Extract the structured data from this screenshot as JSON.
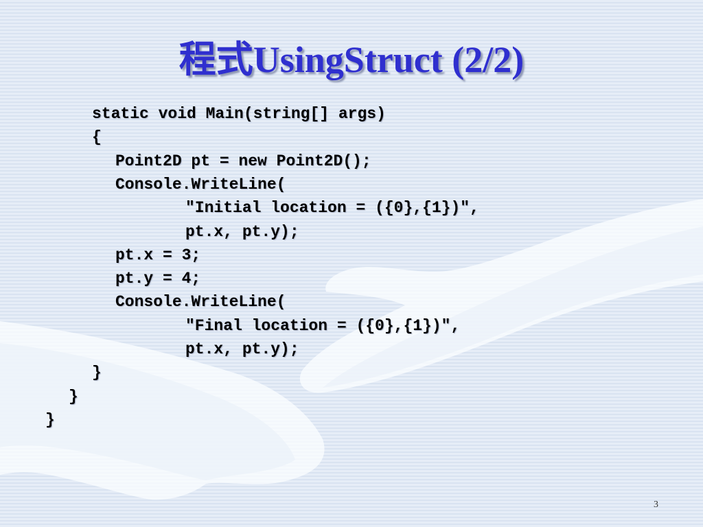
{
  "slide": {
    "title": "程式UsingStruct (2/2)",
    "page_number": "3"
  },
  "code_lines": [
    {
      "text": "static void Main(string[] args)",
      "indent": 2
    },
    {
      "text": "{",
      "indent": 2
    },
    {
      "text": "Point2D pt = new Point2D();",
      "indent": 3
    },
    {
      "text": "Console.WriteLine(",
      "indent": 3
    },
    {
      "text": "\"Initial location = ({0},{1})\",",
      "indent": 6
    },
    {
      "text": "pt.x, pt.y);",
      "indent": 6
    },
    {
      "text": "pt.x = 3;",
      "indent": 3
    },
    {
      "text": "pt.y = 4;",
      "indent": 3
    },
    {
      "text": "Console.WriteLine(",
      "indent": 3
    },
    {
      "text": "\"Final location = ({0},{1})\",",
      "indent": 6
    },
    {
      "text": "pt.x, pt.y);",
      "indent": 6
    },
    {
      "text": "}",
      "indent": 2
    },
    {
      "text": "}",
      "indent": 1
    },
    {
      "text": "}",
      "indent": 0
    }
  ],
  "colors": {
    "title": "#2f2fcf",
    "code": "#000000",
    "background": "#e3ebf6"
  }
}
